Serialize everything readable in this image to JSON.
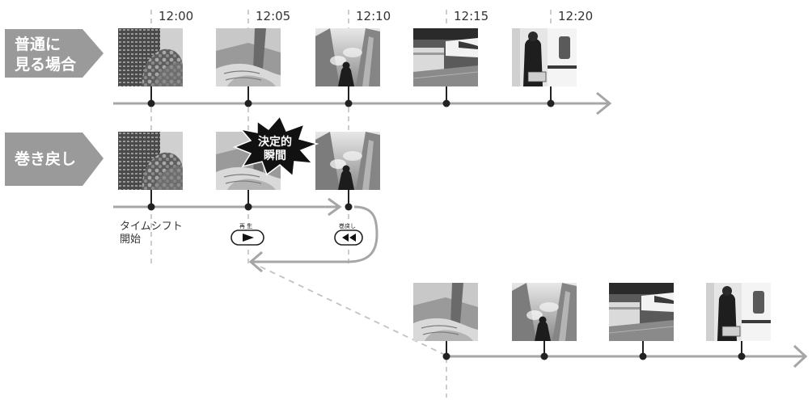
{
  "times": [
    "12:00",
    "12:05",
    "12:10",
    "12:15",
    "12:20"
  ],
  "rows": {
    "normal": {
      "label_line1": "普通に",
      "label_line2": "見る場合"
    },
    "rewind": {
      "label": "巻き戻し"
    }
  },
  "annotations": {
    "timeshift_line1": "タイムシフト",
    "timeshift_line2": "開始",
    "play_caption": "再 生",
    "rewind_caption": "巻戻し",
    "decisive_line1": "決定的",
    "decisive_line2": "瞬間"
  },
  "thumbnails": {
    "row1": [
      "tower-trees",
      "hand-closeup",
      "skyscraper-sky",
      "train-platform",
      "person-train-door"
    ],
    "row2": [
      "tower-trees",
      "hand-closeup",
      "skyscraper-sky"
    ],
    "row3": [
      "hand-closeup",
      "skyscraper-sky",
      "train-platform",
      "person-train-door"
    ]
  },
  "colors": {
    "accent": "#9a9a9a",
    "axis": "#a6a6a6",
    "dot": "#222222",
    "guide": "#bcbcbc"
  }
}
